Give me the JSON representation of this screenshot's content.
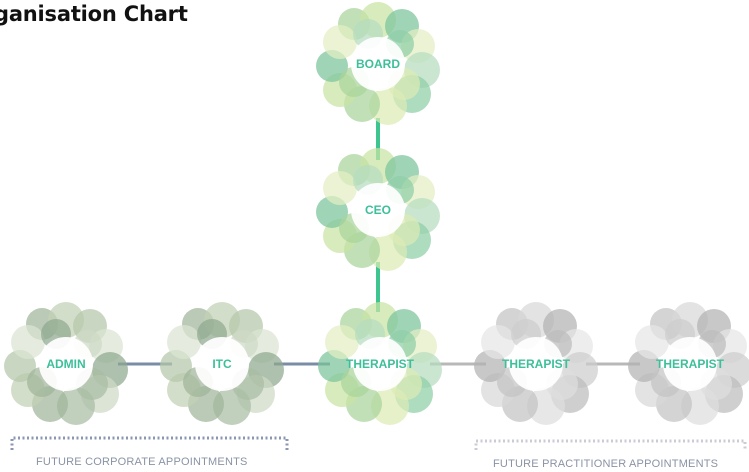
{
  "title": "ganisation Chart",
  "nodes": [
    {
      "id": "board",
      "label": "BOARD",
      "palette": "green"
    },
    {
      "id": "ceo",
      "label": "CEO",
      "palette": "green"
    },
    {
      "id": "admin",
      "label": "ADMIN",
      "palette": "sage"
    },
    {
      "id": "itc",
      "label": "ITC",
      "palette": "sage"
    },
    {
      "id": "therapist-main",
      "label": "THERAPIST",
      "palette": "green"
    },
    {
      "id": "therapist-2",
      "label": "THERAPIST",
      "palette": "grey"
    },
    {
      "id": "therapist-3",
      "label": "THERAPIST",
      "palette": "grey"
    }
  ],
  "groups": {
    "corporate": "FUTURE CORPORATE APPOINTMENTS",
    "practitioner": "FUTURE PRACTITIONER APPOINTMENTS"
  },
  "colors": {
    "label_text": "#3dbf9a",
    "vertical_connector": "#3ec48f",
    "corporate_connector": "#7a8ca6",
    "practitioner_connector": "#b8b8b8",
    "corporate_bracket": "#8b96b0",
    "practitioner_bracket": "#c9ccd6"
  }
}
